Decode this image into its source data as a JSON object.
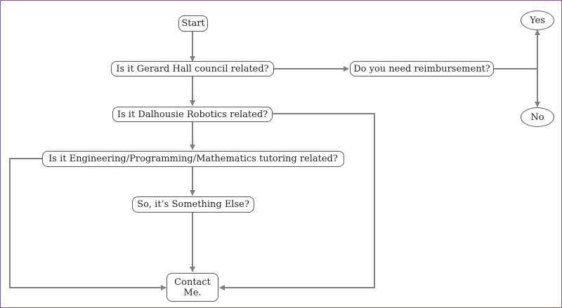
{
  "diagram": {
    "nodes": {
      "start": "Start",
      "gerard": "Is it Gerard Hall council related?",
      "reimburse": "Do you need reimbursement?",
      "yes": "Yes",
      "no": "No",
      "robotics": "Is it Dalhousie Robotics related?",
      "tutoring": "Is it Engineering/Programming/Mathematics tutoring related?",
      "something_else": "So, it’s Something Else?",
      "contact_line1": "Contact",
      "contact_line2": "Me."
    }
  },
  "colors": {
    "edge": "#808080",
    "node_border": "#555555",
    "frame": "#7b5a8c"
  }
}
